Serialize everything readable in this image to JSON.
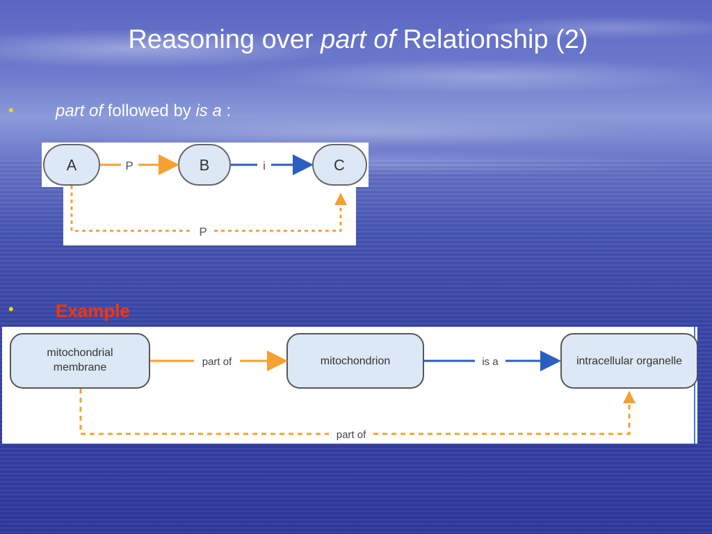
{
  "slide": {
    "title_prefix": "Reasoning over ",
    "title_italic": "part of",
    "title_suffix": " Relationship (2)",
    "bullet1_italic_a": "part of",
    "bullet1_middle": " followed by ",
    "bullet1_italic_b": "is a",
    "bullet1_end": " :",
    "bullet2": "Example"
  },
  "diagram1": {
    "nodes": [
      "A",
      "B",
      "C"
    ],
    "edge_ab": "P",
    "edge_bc": "i",
    "edge_ac": "P"
  },
  "diagram2": {
    "node1_line1": "mitochondrial",
    "node1_line2": "membrane",
    "node2": "mitochondrion",
    "node3": "intracellular organelle",
    "edge_12": "part of",
    "edge_23": "is a",
    "edge_13": "part of"
  },
  "colors": {
    "part_of_arrow": "#f5a030",
    "is_a_arrow": "#2b5ec0",
    "node_fill": "#dde8f6",
    "bullet": "#ffd700",
    "example_text": "#ff3300"
  }
}
